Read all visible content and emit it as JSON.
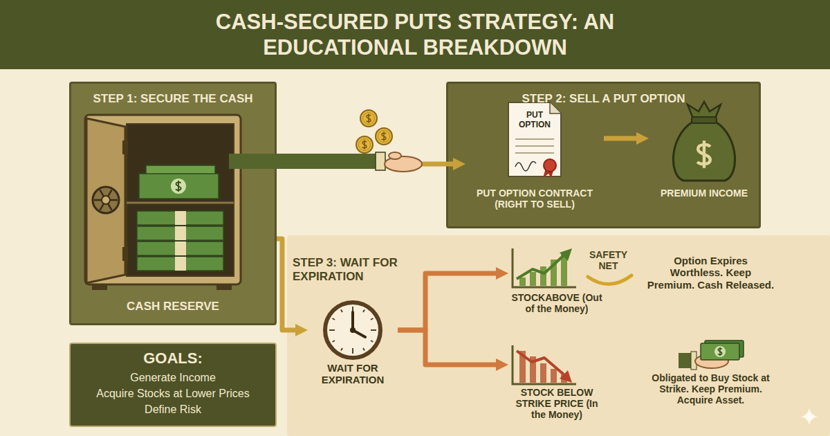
{
  "diagram": {
    "title": "CASH-SECURED PUTS STRATEGY: AN EDUCATIONAL BREAKDOWN",
    "nodes": [
      {
        "text": [
          "STEP 1: SECURE THE CASH",
          "CASH RESERVE"
        ]
      },
      {
        "text": [
          "STEP 2: SELL A PUT OPTION"
        ]
      },
      {
        "text": [
          "PUT OPTION",
          "PUT OPTION CONTRACT (RIGHT TO SELL)"
        ],
        "in": 1
      },
      {
        "text": [
          "PREMIUM INCOME"
        ],
        "in": 1
      },
      {
        "text": [
          "STEP 3: WAIT FOR EXPIRATION"
        ]
      },
      {
        "text": [
          "WAIT FOR EXPIRATION"
        ],
        "in": 4
      },
      {
        "text": [
          "STOCKABOVE (Out of the Money)"
        ],
        "in": 4
      },
      {
        "text": [
          "Option Expires Worthless. Keep Premium. Cash Released."
        ],
        "in": 4
      },
      {
        "text": [
          "STOCK BELOW STRIKE PRICE (In the Money)"
        ],
        "in": 4
      },
      {
        "text": [
          "Obligated to Buy Stock at Strike. Keep Premium. Acquire Asset."
        ],
        "in": 4
      },
      {
        "text": [
          "GOALS:",
          "Generate Income",
          "Acquire Stocks at Lower Prices",
          "Define Risk"
        ]
      }
    ],
    "edges": [
      {
        "from": 0,
        "to": 2,
        "arrow": "to"
      },
      {
        "from": 2,
        "to": 3,
        "arrow": "to"
      },
      {
        "from": 0,
        "to": 5,
        "arrow": "to"
      },
      {
        "from": 5,
        "to": 6,
        "arrow": "to"
      },
      {
        "from": 5,
        "to": 8,
        "arrow": "to"
      }
    ],
    "labels": [
      "SAFETY NET"
    ]
  }
}
